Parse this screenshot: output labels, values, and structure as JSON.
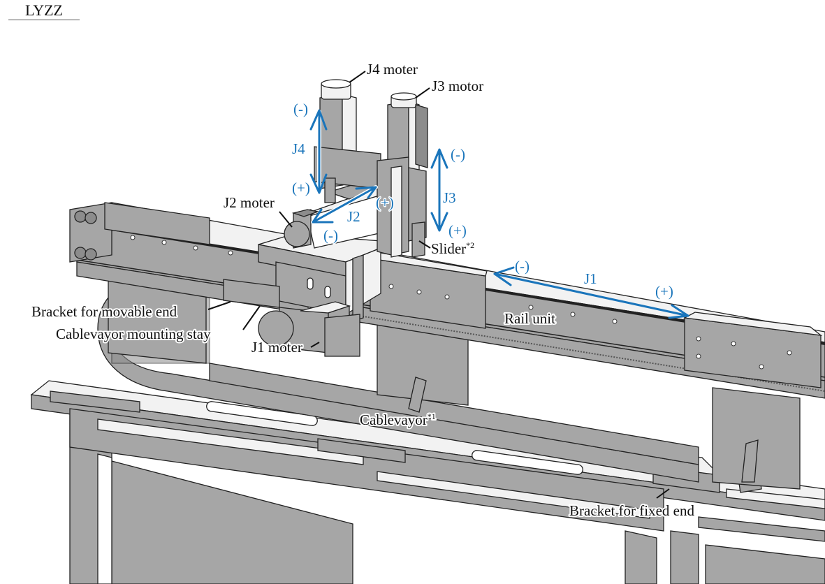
{
  "header": {
    "title": "LYZZ"
  },
  "colors": {
    "axis_blue": "#1a75bb",
    "part_gray": "#a6a6a6",
    "label_black": "#111111"
  },
  "labels": {
    "j4_motor": "J4 moter",
    "j3_motor": "J3 motor",
    "j2_motor": "J2 moter",
    "slider": "Slider",
    "slider_note": "*2",
    "rail_unit": "Rail unit",
    "bracket_movable_end": "Bracket for movable end",
    "cablevayor_mounting_stay": "Cablevayor mounting stay",
    "j1_motor": "J1 moter",
    "cablevayor": "Cablevayor",
    "cablevayor_note": "*1",
    "bracket_fixed_end": "Bracket for fixed end"
  },
  "axes": {
    "j1": {
      "name": "J1",
      "minus": "(-)",
      "plus": "(+)"
    },
    "j2": {
      "name": "J2",
      "minus": "(-)",
      "plus": "(+)"
    },
    "j3": {
      "name": "J3",
      "minus": "(-)",
      "plus": "(+)"
    },
    "j4": {
      "name": "J4",
      "minus": "(-)",
      "plus": "(+)"
    }
  }
}
